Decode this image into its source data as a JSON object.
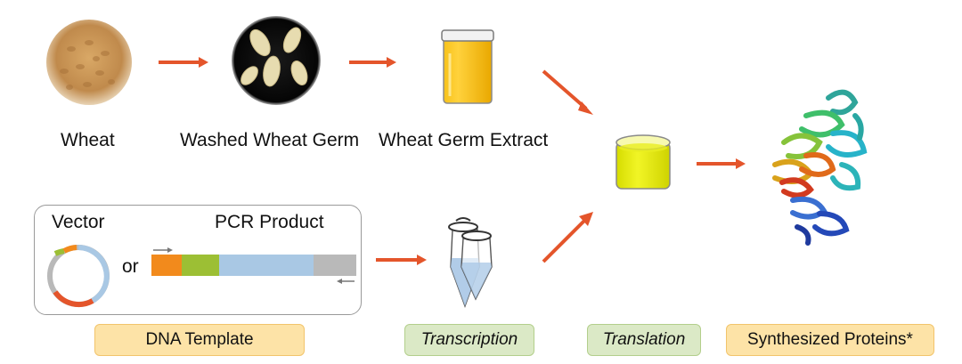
{
  "stages": {
    "wheat": "Wheat",
    "washed_germ": "Washed Wheat Germ",
    "extract": "Wheat Germ Extract"
  },
  "template": {
    "vector": "Vector",
    "or": "or",
    "pcr_product": "PCR Product"
  },
  "tags": {
    "dna_template": "DNA Template",
    "transcription": "Transcription",
    "translation": "Translation",
    "synthesized": "Synthesized Proteins*"
  },
  "colors": {
    "arrow": "#e4552b",
    "extract_yellow": "#f6b800",
    "lysate_yellow": "#e6ec10",
    "segment_orange": "#f28a1c",
    "segment_green": "#9cbf34",
    "segment_blue": "#a9c8e4",
    "segment_gray": "#b9b9b9"
  }
}
